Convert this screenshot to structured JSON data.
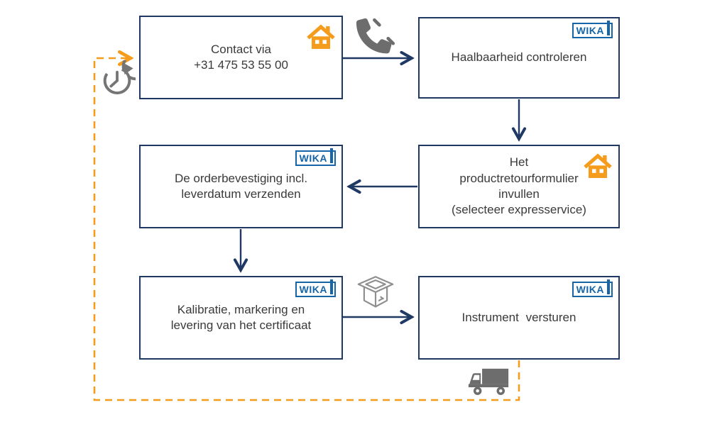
{
  "diagram": {
    "brand": "WIKA",
    "steps": [
      {
        "name": "contact",
        "badge": "home-icon",
        "lines": [
          "Contact via",
          "+31 475 53 55 00"
        ]
      },
      {
        "name": "feasibility",
        "badge": "wika-logo",
        "lines": [
          "Haalbaarheid controleren"
        ]
      },
      {
        "name": "return-form",
        "badge": "home-icon",
        "lines": [
          "Het",
          "productretourformulier",
          "invullen",
          "(selecteer expresservice)"
        ]
      },
      {
        "name": "order-confirmation",
        "badge": "wika-logo",
        "lines": [
          "De orderbevestiging incl.",
          "leverdatum verzenden"
        ]
      },
      {
        "name": "calibration",
        "badge": "wika-logo",
        "lines": [
          "Kalibratie, markering en",
          "levering van het certificaat"
        ]
      },
      {
        "name": "shipping",
        "badge": "wika-logo",
        "lines": [
          "Instrument versturen"
        ]
      }
    ],
    "icons": {
      "clock": "history-clock-icon",
      "phone": "phone-handset-icon",
      "package": "open-box-icon",
      "truck": "delivery-truck-icon",
      "home": "home-icon"
    },
    "colors": {
      "box_border": "#1F3864",
      "arrow_navy": "#1F3864",
      "wika_blue": "#1565A8",
      "orange": "#F59C1D",
      "icon_gray": "#6D6D6D",
      "text": "#3A3A3A"
    }
  }
}
